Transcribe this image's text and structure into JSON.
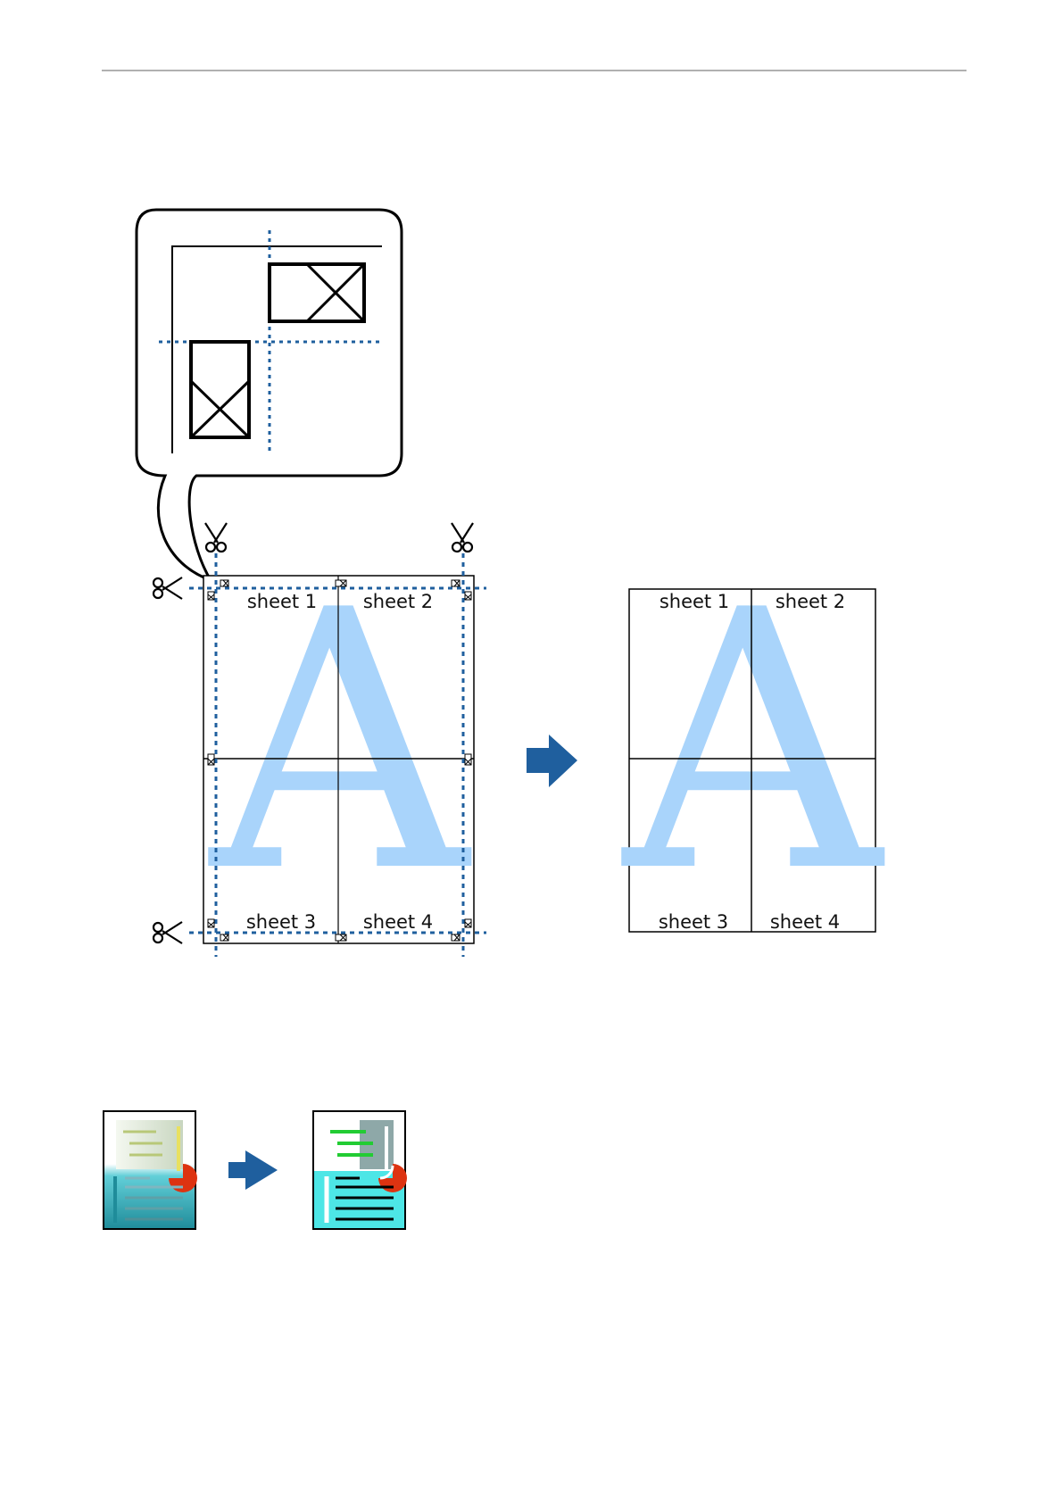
{
  "colors": {
    "dashed_cut_line": "#1f5f9e",
    "arrow_blue": "#1f5f9e",
    "watermark_a": "#a9d4fb",
    "rule_gray": "#b0b0b0",
    "thumb_teal": "#2ea0b0",
    "thumb_cyan": "#4de6e6",
    "thumb_green": "#22cc33",
    "thumb_red": "#dd3311",
    "thumb_yellow": "#e8e060"
  },
  "icons": [
    "scissors-icon",
    "cut-mark-icon",
    "arrow-right-icon",
    "document-thumbnail-icon"
  ],
  "left_page": {
    "watermark": "A",
    "sheets": [
      "sheet 1",
      "sheet 2",
      "sheet 3",
      "sheet 4"
    ]
  },
  "right_page": {
    "watermark": "A",
    "sheets": [
      "sheet 1",
      "sheet 2",
      "sheet 3",
      "sheet 4"
    ]
  }
}
